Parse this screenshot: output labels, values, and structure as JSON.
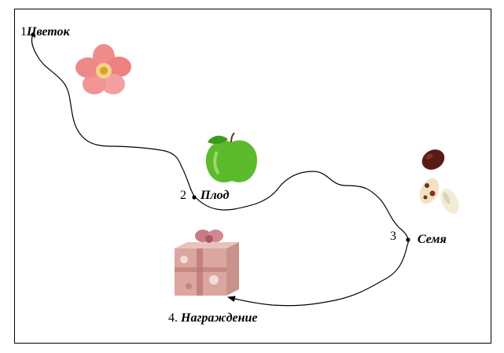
{
  "stages": [
    {
      "number": "1",
      "name": "Цветок"
    },
    {
      "number": "2",
      "name": "Плод"
    },
    {
      "number": "3",
      "name": "Семя"
    },
    {
      "number": "4.",
      "name": "Награждение"
    }
  ],
  "icons": [
    "flower-icon",
    "apple-icon",
    "beans-icon",
    "gift-box-icon"
  ],
  "colors": {
    "line": "#000000",
    "flower_petal": "#f08a8a",
    "flower_center": "#e8c23a",
    "apple": "#5fbf2a",
    "bean_dark": "#5a1a14",
    "bean_cream": "#efe6c8",
    "gift": "#d9a0a0"
  }
}
